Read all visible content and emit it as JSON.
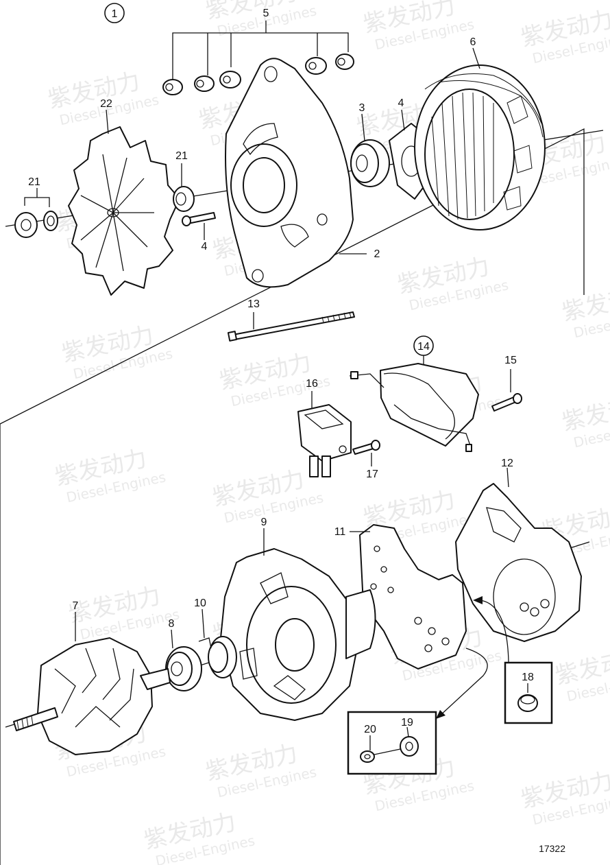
{
  "figure": {
    "group_number": "1",
    "drawing_number": "17322"
  },
  "callouts": [
    "1",
    "2",
    "3",
    "4",
    "5",
    "6",
    "7",
    "8",
    "9",
    "10",
    "11",
    "12",
    "13",
    "14",
    "15",
    "16",
    "17",
    "18",
    "19",
    "20",
    "21",
    "22"
  ],
  "watermark": {
    "brand_cn": "紫发动力",
    "brand_en": "Diesel-Engines"
  },
  "colors": {
    "line": "#111111",
    "background": "#ffffff",
    "watermark": "#d8d8d8"
  }
}
